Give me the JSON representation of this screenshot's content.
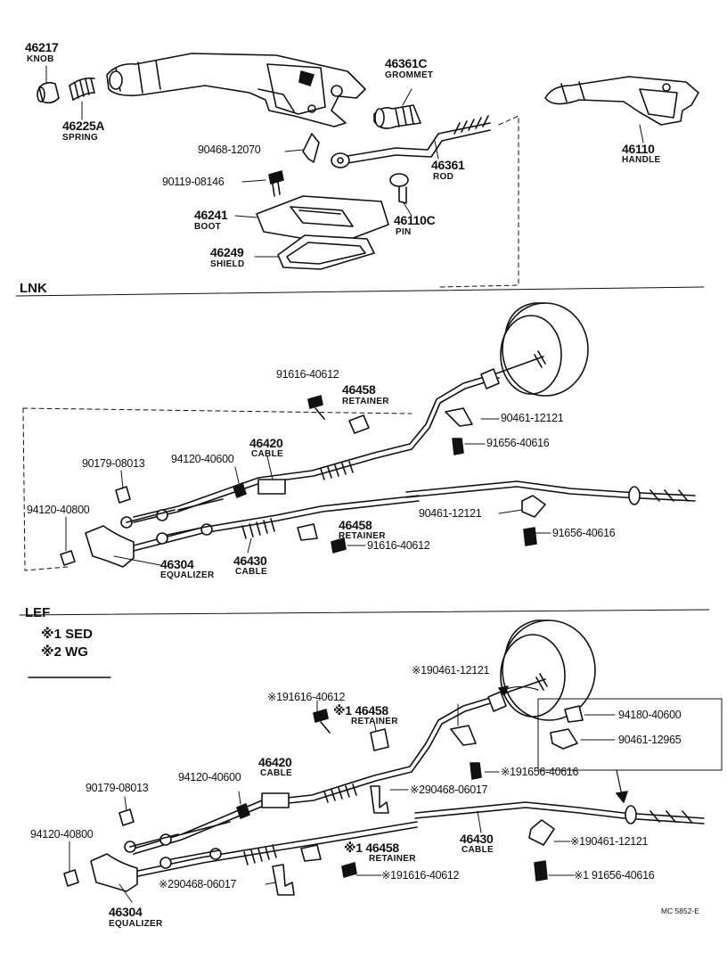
{
  "sections": {
    "lnk": "LNK",
    "lef": "LEF"
  },
  "legend": {
    "item1": "※1 SED",
    "item2": "※2 WG"
  },
  "top": {
    "knob": {
      "num": "46217",
      "name": "KNOB"
    },
    "spring": {
      "num": "46225A",
      "name": "SPRING"
    },
    "grommet": {
      "num": "46361C",
      "name": "GROMMET"
    },
    "handle": {
      "num": "46110",
      "name": "HANDLE"
    },
    "clip": {
      "num": "90468-12070"
    },
    "bolt": {
      "num": "90119-08146"
    },
    "rod": {
      "num": "46361",
      "name": "ROD"
    },
    "pin": {
      "num": "46110C",
      "name": "PIN"
    },
    "boot": {
      "num": "46241",
      "name": "BOOT"
    },
    "shield": {
      "num": "46249",
      "name": "SHIELD"
    }
  },
  "lnk": {
    "bolt_a": "91616-40612",
    "retainer_a": {
      "num": "46458",
      "name": "RETAINER"
    },
    "clamp_a": "90461-12121",
    "bolt_b": "91656-40616",
    "cable": {
      "num": "46420",
      "name": "CABLE"
    },
    "nut_a": "94120-40600",
    "nut_b": "90179-08013",
    "nut_c": "94120-40800",
    "clamp_b": "90461-12121",
    "retainer_b": {
      "num": "46458",
      "name": "RETAINER"
    },
    "bolt_c": "91656-40616",
    "bolt_d": "91616-40612",
    "cable2": {
      "num": "46430",
      "name": "CABLE"
    },
    "equalizer": {
      "num": "46304",
      "name": "EQUALIZER"
    }
  },
  "lef": {
    "clamp_a": "※190461-12121",
    "bolt_a": "※191616-40612",
    "retainer_a": {
      "num": "※1 46458",
      "name": "RETAINER"
    },
    "inset_a": "94180-40600",
    "inset_b": "90461-12965",
    "cable": {
      "num": "46420",
      "name": "CABLE"
    },
    "bolt_b": "※191656-40616",
    "nut_a": "94120-40600",
    "clip_a": "※290468-06017",
    "nut_b": "90179-08013",
    "nut_c": "94120-40800",
    "cable2": {
      "num": "46430",
      "name": "CABLE"
    },
    "clamp_b": "※190461-12121",
    "retainer_b": {
      "num": "※1 46458",
      "name": "RETAINER"
    },
    "bolt_c": "※191616-40612",
    "bolt_d": "※1 91656-40616",
    "clip_b": "※290468-06017",
    "equalizer": {
      "num": "46304",
      "name": "EQUALIZER"
    }
  },
  "footer_code": "MC 5852-E"
}
